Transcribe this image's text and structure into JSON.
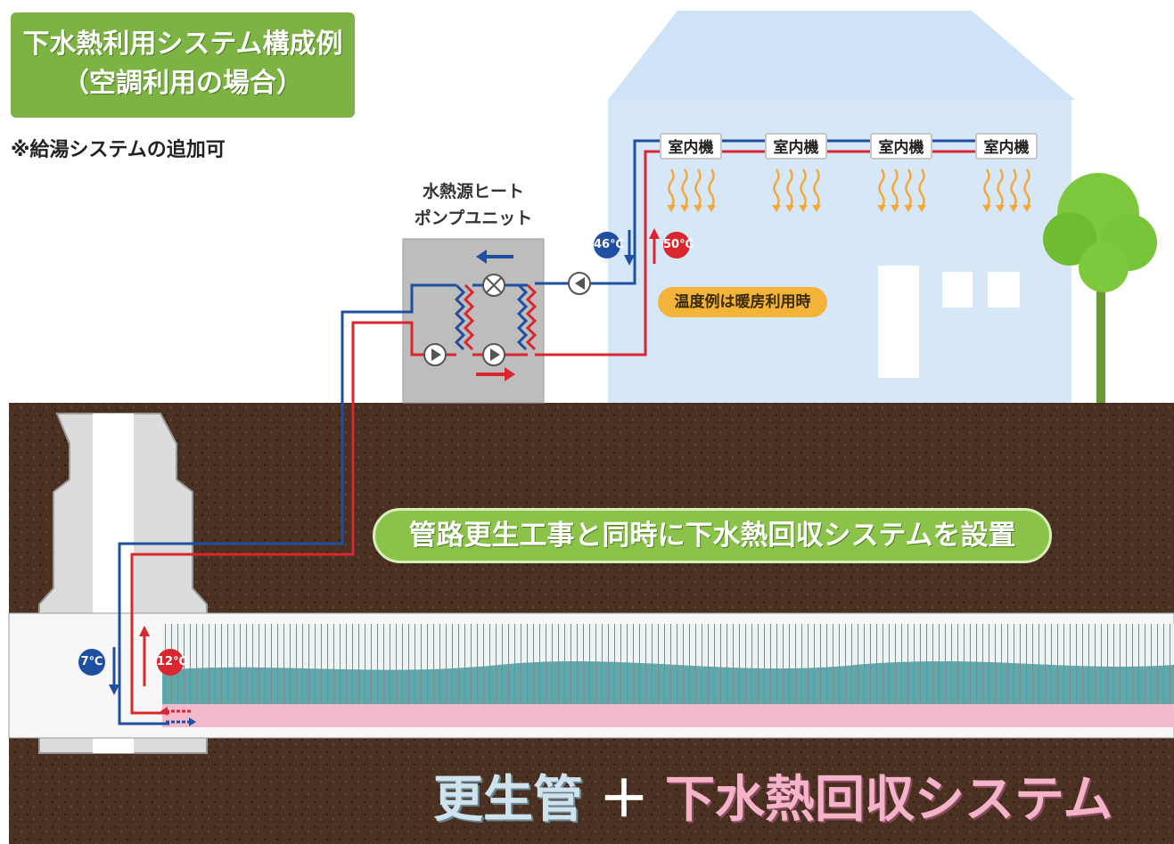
{
  "title": {
    "line1": "下水熱利用システム構成例",
    "line2": "（空調利用の場合）"
  },
  "note": "※給湯システムの追加可",
  "heat_pump_label": {
    "line1": "水熱源ヒート",
    "line2": "ポンプユニット"
  },
  "indoor_units": [
    "室内機",
    "室内機",
    "室内機",
    "室内機"
  ],
  "temperatures": {
    "building_supply": "46℃",
    "building_return": "50℃",
    "sewer_outflow": "7℃",
    "sewer_return": "12℃"
  },
  "temperature_note": "温度例は暖房利用時",
  "banner": "管路更生工事と同時に下水熱回収システムを設置",
  "bottom_title": {
    "part1": "更生管",
    "plus": "＋",
    "part2": "下水熱回収システム"
  },
  "colors": {
    "title_green": "#7cb342",
    "banner_green": "#8bc34a",
    "pipe_blue": "#1f4fa0",
    "pipe_red": "#d9262f",
    "soil": "#4a3122",
    "house": "#cfe3f6",
    "water": "#5fa9ad",
    "heat_pink": "#f2b8cc",
    "warm_arrow": "#f3a93a"
  }
}
